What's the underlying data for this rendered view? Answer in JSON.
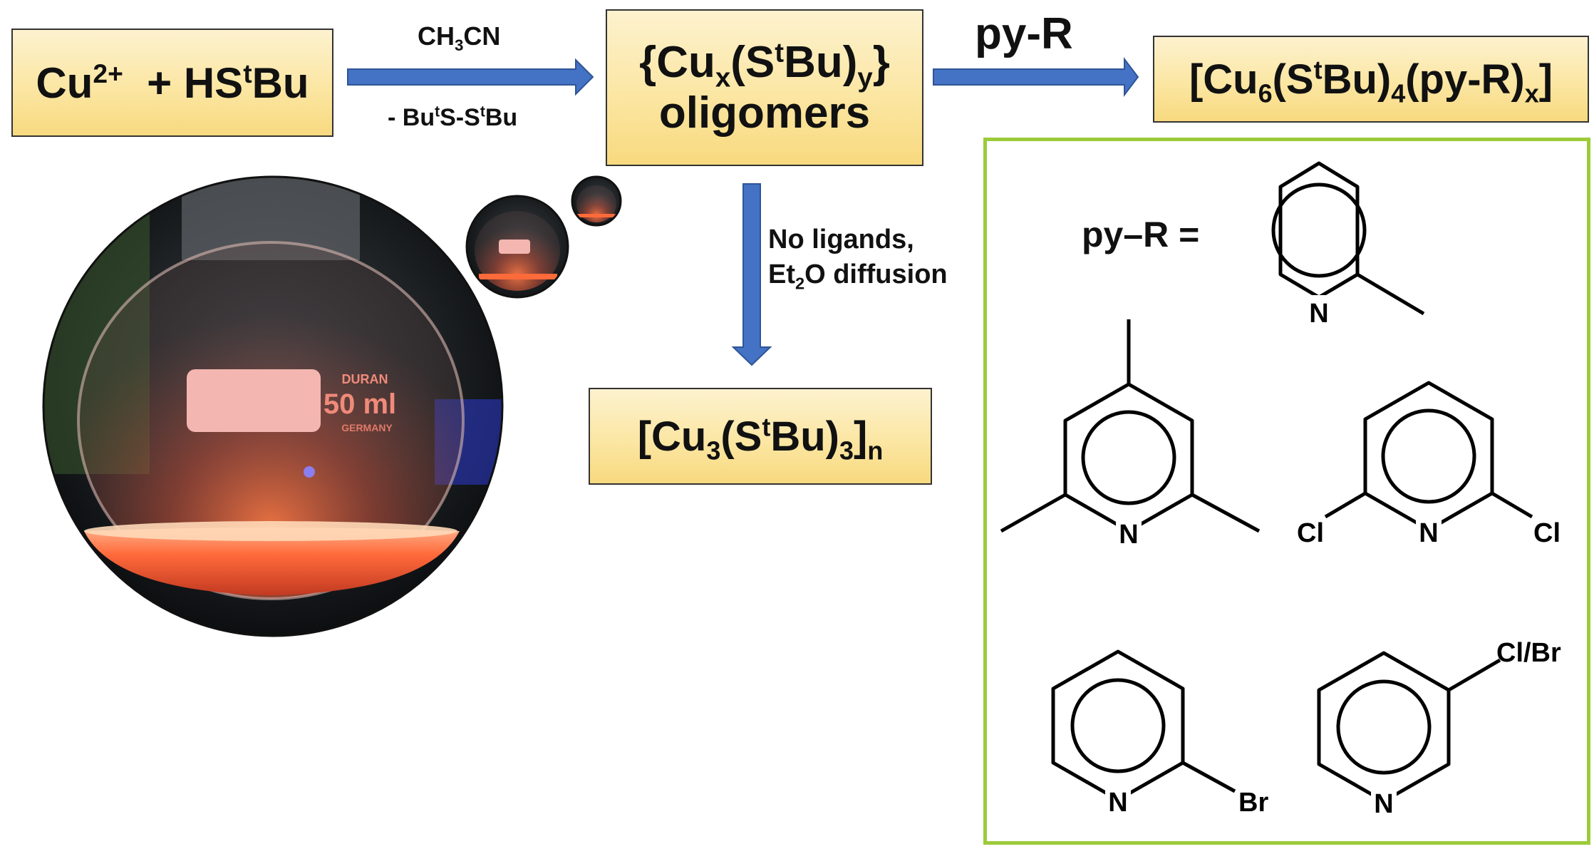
{
  "scheme": {
    "reactants": {
      "cu": "Cu",
      "cu_charge": "2+",
      "plus": "+ HS",
      "t": "t",
      "bu": "Bu"
    },
    "step1": {
      "solvent_a": "CH",
      "solvent_sub": "3",
      "solvent_b": "CN",
      "byproduct_a": "- Bu",
      "byproduct_t1": "t",
      "byproduct_b": "S-S",
      "byproduct_t2": "t",
      "byproduct_c": "Bu"
    },
    "intermediate": {
      "a": "{Cu",
      "x": "x",
      "b": "(S",
      "t": "t",
      "c": "Bu)",
      "y": "y",
      "d": "}",
      "line2": "oligomers"
    },
    "step2": {
      "label": "py-R"
    },
    "product_py": {
      "a": "[Cu",
      "six": "6",
      "b": "(S",
      "t": "t",
      "c": "Bu)",
      "four": "4",
      "d": "(py-R)",
      "x": "x",
      "e": "]"
    },
    "step3": {
      "line1": "No ligands,",
      "line2_a": "Et",
      "line2_sub": "2",
      "line2_b": "O diffusion"
    },
    "product_poly": {
      "a": "[Cu",
      "three1": "3",
      "b": "(S",
      "t": "t",
      "c": "Bu)",
      "three2": "3",
      "d": "]",
      "n": "n"
    },
    "legend": {
      "pyr_label": "py–R =",
      "atoms": {
        "n": "N",
        "cl": "Cl",
        "br": "Br",
        "cl_br": "Cl/Br"
      }
    },
    "photo": {
      "brand": "DURAN",
      "volume": "50 ml",
      "origin": "GERMANY"
    },
    "colors": {
      "box_fill": "#fbe6a3",
      "arrow": "#4472c4",
      "panel_border": "#9ccb3a",
      "glow": "#ff6a3a"
    }
  }
}
